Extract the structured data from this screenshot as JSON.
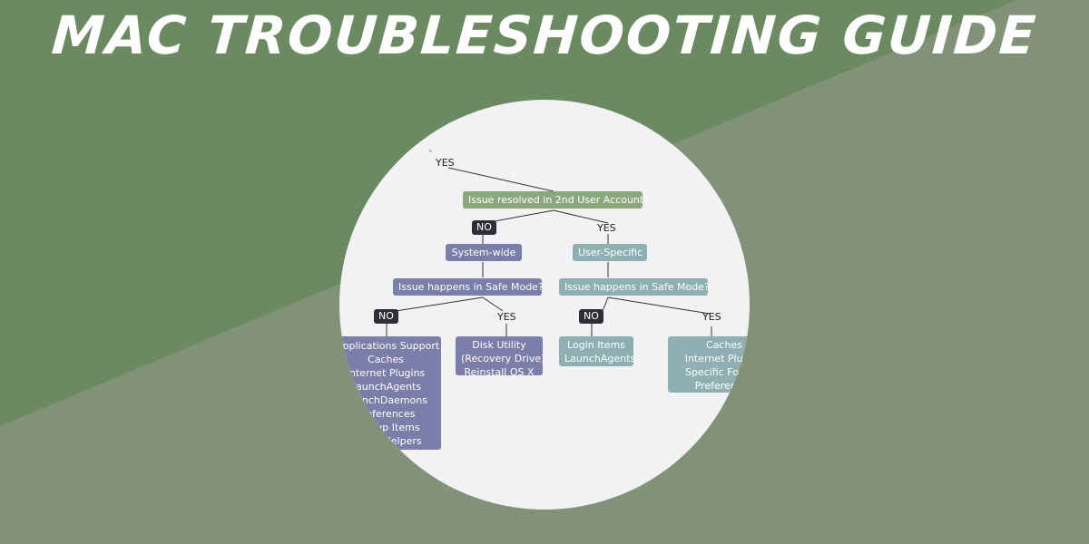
{
  "title": "MAC TROUBLESHOOTING GUIDE",
  "colors": {
    "background_dark": "#6c8a62",
    "background_light": "#829278",
    "circle": "#f2f2f5",
    "root_node": "#8aa87a",
    "system_nodes": "#7b7ea8",
    "user_nodes": "#8fb0b2",
    "no_pill": "#2e2f36"
  },
  "diagram": {
    "tick": "`",
    "top_label": "YES",
    "root": "Issue resolved in 2nd User Account?",
    "no_label": "NO",
    "yes_label": "YES",
    "left": {
      "title": "System-wide",
      "question": "Issue happens in Safe Mode?",
      "no_label": "NO",
      "yes_label": "YES",
      "no_items": [
        "Applications Support",
        "Caches",
        "Internet Plugins",
        "LaunchAgents",
        "LaunchDaemons",
        "Preferences",
        "Startup Items",
        "Log-in Helpers"
      ],
      "yes_items": [
        "Disk Utility",
        "(Recovery Drive)",
        "Reinstall OS X"
      ]
    },
    "right": {
      "title": "User-Specific",
      "question": "Issue happens in Safe Mode?",
      "no_label": "NO",
      "yes_label": "YES",
      "no_items": [
        "Login Items",
        "LaunchAgents"
      ],
      "yes_items": [
        "Caches",
        "Internet Plugins",
        "Specific Folders",
        "Preferences"
      ]
    }
  }
}
